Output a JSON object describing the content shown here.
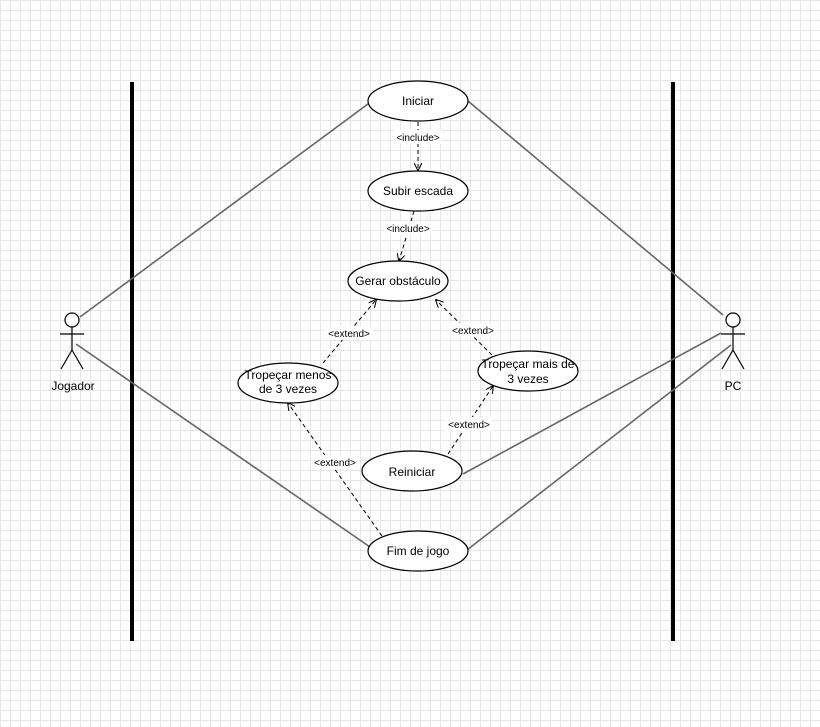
{
  "diagram": {
    "actors": {
      "player": {
        "name": "Jogador"
      },
      "pc": {
        "name": "PC"
      }
    },
    "use_cases": {
      "iniciar": {
        "label": "Iniciar"
      },
      "subir_escada": {
        "label": "Subir escada"
      },
      "gerar_obstaculo": {
        "label": "Gerar obstáculo"
      },
      "tropecar_menos": {
        "line1": "Tropeçar menos",
        "line2": "de 3 vezes"
      },
      "tropecar_mais": {
        "line1": "Tropeçar mais de",
        "line2": "3 vezes"
      },
      "reiniciar": {
        "label": "Reiniciar"
      },
      "fim_de_jogo": {
        "label": "Fim de jogo"
      }
    },
    "relations": {
      "include_1": "<include>",
      "include_2": "<include>",
      "extend_menos": "<extend>",
      "extend_mais": "<extend>",
      "extend_reiniciar": "<extend>",
      "extend_fim": "<extend>"
    },
    "colors": {
      "grid": "#e6e6e6",
      "line": "#666666",
      "stroke": "#000000"
    }
  }
}
